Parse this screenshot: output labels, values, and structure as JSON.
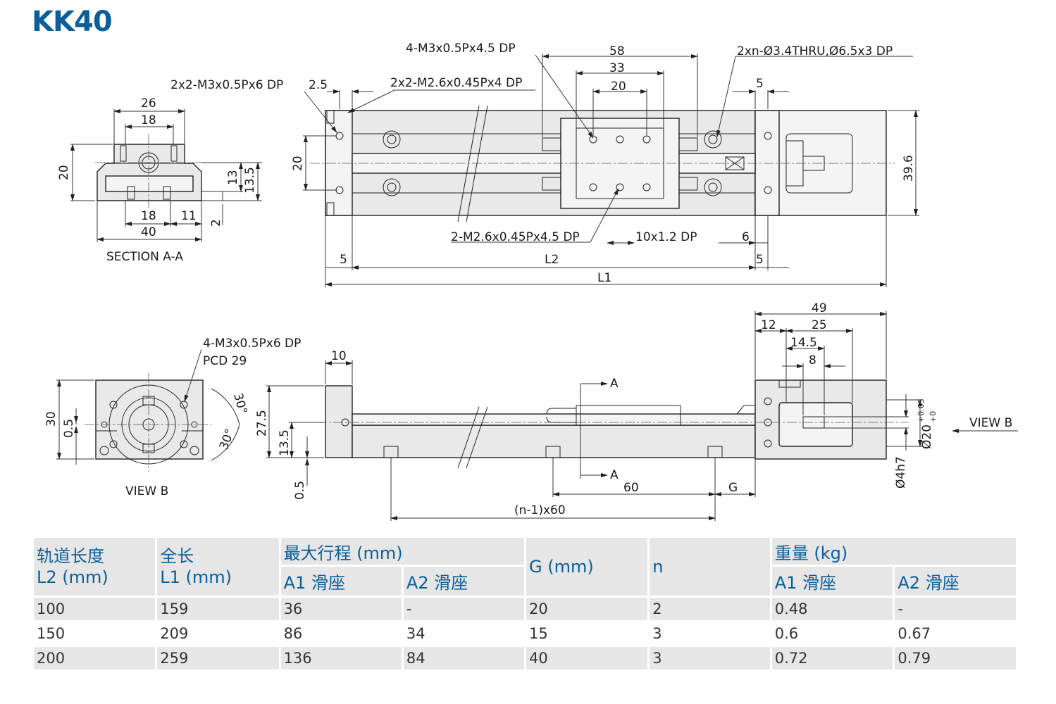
{
  "title": "KK40",
  "labels": {
    "sec_26": "26",
    "sec_18_top": "18",
    "sec_20": "20",
    "sec_13": "13",
    "sec_13_5": "13.5",
    "sec_18_bot": "18",
    "sec_11": "11",
    "sec_40": "40",
    "sec_2": "2",
    "sec_caption": "SECTION A-A",
    "top_2x2_m3": "2x2-M3x0.5Px6 DP",
    "top_2_5": "2.5",
    "top_2x2_m26": "2x2-M2.6x0.45Px4 DP",
    "top_4m3": "4-M3x0.5Px4.5 DP",
    "top_58": "58",
    "top_33": "33",
    "top_20": "20",
    "top_2xn": "2xn-Ø3.4THRU,Ø6.5x3 DP",
    "top_5_right": "5",
    "top_20_left": "20",
    "top_39_6": "39.6",
    "top_2m26": "2-M2.6x0.45Px4.5 DP",
    "top_10x1_2": "10x1.2 DP",
    "top_6": "6",
    "top_5_bl": "5",
    "top_l2": "L2",
    "top_5_br": "5",
    "top_l1": "L1",
    "vb_4m3": "4-M3x0.5Px6 DP",
    "vb_pcd": "PCD 29",
    "vb_30": "30",
    "vb_0_5": "0.5",
    "vb_30deg_a": "30°",
    "vb_30deg_b": "30°",
    "vb_caption": "VIEW B",
    "side_10": "10",
    "side_27_5": "27.5",
    "side_13_5": "13.5",
    "side_0_5": "0.5",
    "side_a_top": "A",
    "side_a_bot": "A",
    "side_60": "60",
    "side_g": "G",
    "side_n1x60": "(n-1)x60",
    "side_49": "49",
    "side_12": "12",
    "side_25": "25",
    "side_14_5": "14.5",
    "side_8": "8",
    "side_d20": "Ø20",
    "side_tol_up": "+0.03",
    "side_tol_low": "+0",
    "side_d4": "Ø4h7",
    "side_viewb": "VIEW B"
  },
  "table": {
    "h_rail": "轨道长度\nL2 (mm)",
    "h_total": "全长\n L1 (mm)",
    "h_stroke": "最大行程 (mm)",
    "h_g": "G (mm)",
    "h_n": "n",
    "h_weight": "重量 (kg)",
    "h_a1_stroke": "A1 滑座",
    "h_a2_stroke": "A2 滑座",
    "h_a1_weight": "A1 滑座",
    "h_a2_weight": "A2 滑座",
    "rows": [
      [
        "100",
        "159",
        "36",
        "-",
        "20",
        "2",
        "0.48",
        "-"
      ],
      [
        "150",
        "209",
        "86",
        "34",
        "15",
        "3",
        "0.6",
        "0.67"
      ],
      [
        "200",
        "259",
        "136",
        "84",
        "40",
        "3",
        "0.72",
        "0.79"
      ]
    ]
  }
}
